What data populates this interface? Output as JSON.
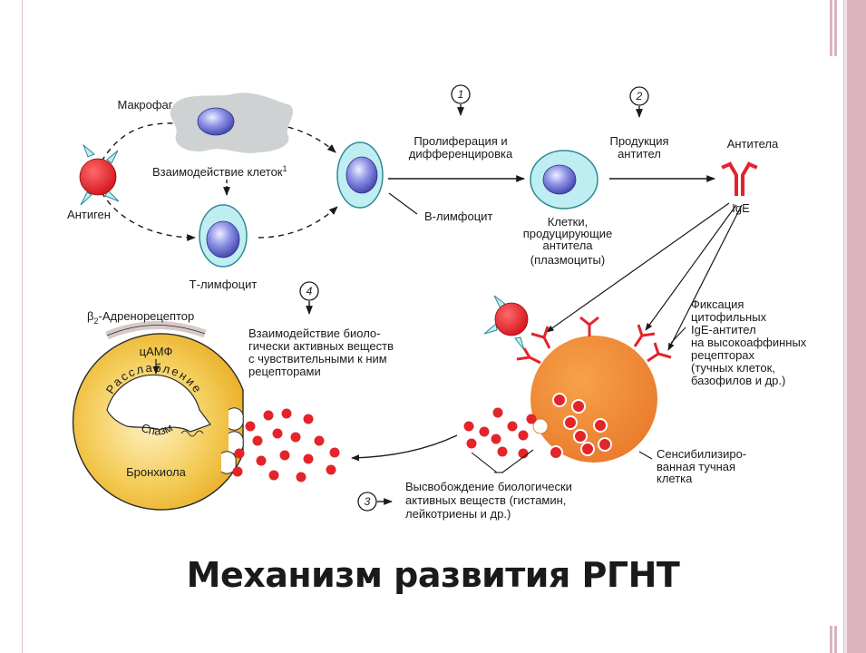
{
  "slide": {
    "title": "Механизм развития РГНТ"
  },
  "labels": {
    "macrophage": "Макрофаг",
    "cell_interaction": "Взаимодействие клеток",
    "cell_interaction_sup": "1",
    "antigen": "Антиген",
    "t_lymphocyte": "Т-лимфоцит",
    "b_lymphocyte": "В-лимфоцит",
    "proliferation": [
      "Пролиферация и",
      "дифференцировка"
    ],
    "antibody_production": [
      "Продукция",
      "антител"
    ],
    "antibodies": "Антитела",
    "ige": "IgE",
    "plasma_cells": [
      "Клетки,",
      "продуцирующие",
      "антитела",
      "(плазмоциты)"
    ],
    "beta2_prefix": "β",
    "beta2_sub": "2",
    "beta2_rest": "-Адренорецептор",
    "camp": "цАМФ",
    "relaxation": "Расслабление",
    "spasm": "Спазм",
    "bronchiole": "Бронхиола",
    "interaction_bav": [
      "Взаимодействие биоло-",
      "гически активных веществ",
      "с чувствительными к ним",
      "рецепторами"
    ],
    "fixation": [
      "Фиксация",
      "цитофильных",
      "IgE-антител",
      "на высокоаффинных",
      "рецепторах",
      "(тучных клеток,",
      "базофилов и др.)"
    ],
    "sensitized": [
      "Сенсибилизиро-",
      "ванная тучная",
      "клетка"
    ],
    "release": [
      "Высвобождение  биологически",
      "активных веществ (гистамин,",
      "лейкотриены и др.)"
    ]
  },
  "steps": [
    "1",
    "2",
    "3",
    "4"
  ],
  "colors": {
    "antigen_red": "#e8202a",
    "receptor_red": "#e3242b",
    "cell_cyan": "#bfeef2",
    "nucleus_blue": "#5f62c9",
    "macrophage_gray": "#cfd2d2",
    "mast_orange": "#ee8a2c",
    "bronchiole_yellow": "#f2c23e",
    "frame_pink": "#d9b4bc"
  },
  "icons": [
    "antigen-icon",
    "antibody-y-icon",
    "mast-cell-icon",
    "bronchiole-icon",
    "nucleus-icon"
  ]
}
